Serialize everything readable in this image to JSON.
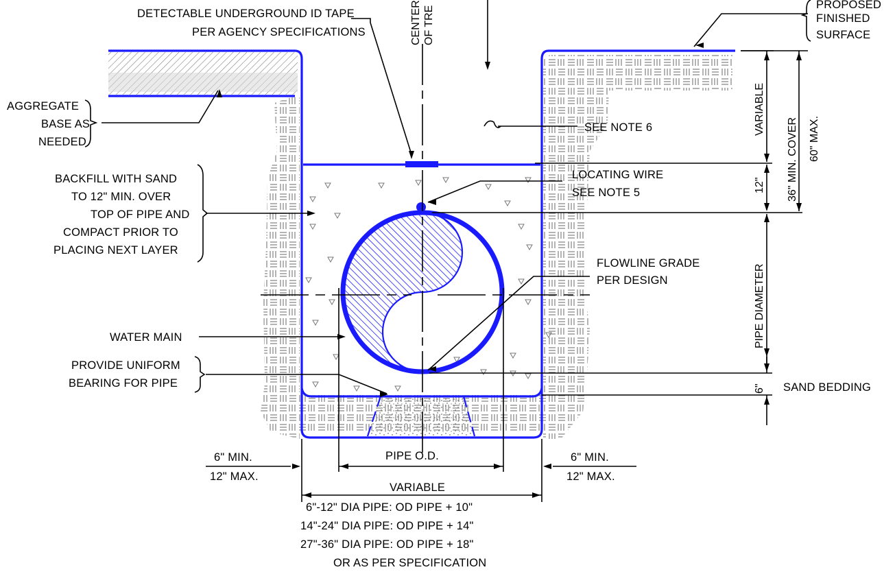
{
  "colors": {
    "line": "#000000",
    "pipe": "#1a1aff",
    "hatch": "#8a8a8a"
  },
  "labels": {
    "id_tape_1": "DETECTABLE UNDERGROUND ID TAPE",
    "id_tape_2": "PER AGENCY SPECIFICATIONS",
    "center_1": "CENTER",
    "center_2": "OF TRE",
    "surface_1": "PROPOSED",
    "surface_2": "FINISHED",
    "surface_3": "SURFACE",
    "aggregate_1": "AGGREGATE",
    "aggregate_2": "BASE AS",
    "aggregate_3": "NEEDED",
    "see_note_6": "SEE NOTE 6",
    "backfill_1": "BACKFILL WITH SAND",
    "backfill_2": "TO 12\" MIN. OVER",
    "backfill_3": "TOP OF PIPE AND",
    "backfill_4": "COMPACT PRIOR TO",
    "backfill_5": "PLACING NEXT LAYER",
    "locating_1": "LOCATING WIRE",
    "locating_2": "SEE NOTE 5",
    "flowline_1": "FLOWLINE GRADE",
    "flowline_2": "PER DESIGN",
    "water_main": "WATER MAIN",
    "uniform_1": "PROVIDE UNIFORM",
    "uniform_2": "BEARING FOR PIPE",
    "sand_bedding": "SAND BEDDING"
  },
  "dimensions": {
    "variable_right": "VARIABLE",
    "min_cover": "36\" MIN. COVER",
    "max_cover": "60\" MAX.",
    "twelve": "12\"",
    "pipe_diameter": "PIPE DIAMETER",
    "six": "6\"",
    "left_min": "6\" MIN.",
    "left_max": "12\" MAX.",
    "right_min": "6\" MIN.",
    "right_max": "12\" MAX.",
    "pipe_od": "PIPE O.D.",
    "variable_bottom": "VARIABLE",
    "width_rule_1": "6\"-12\" DIA PIPE: OD PIPE + 10\"",
    "width_rule_2": "14\"-24\" DIA PIPE: OD PIPE + 14\"",
    "width_rule_3": "27\"-36\" DIA PIPE: OD PIPE + 18\"",
    "width_rule_4": "OR AS PER SPECIFICATION"
  }
}
